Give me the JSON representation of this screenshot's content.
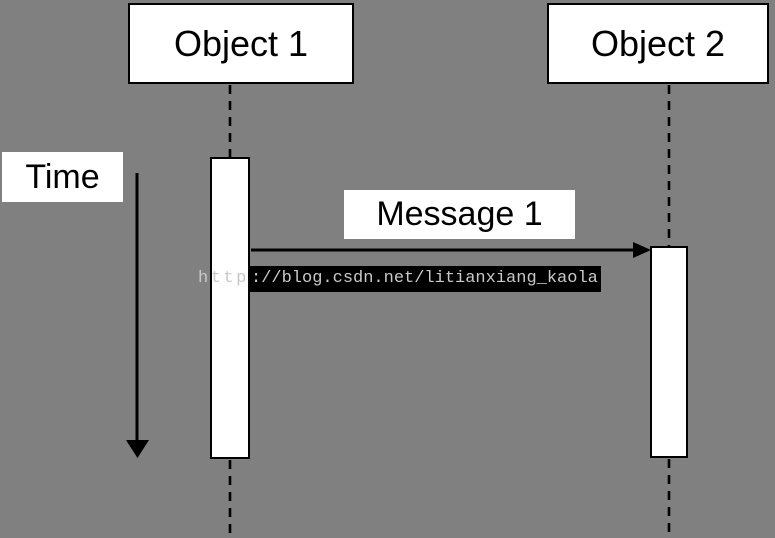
{
  "diagram": {
    "type": "uml-sequence-diagram",
    "objects": [
      {
        "label": "Object 1"
      },
      {
        "label": "Object 2"
      }
    ],
    "message": {
      "label": "Message 1"
    },
    "time_axis": {
      "label": "Time"
    },
    "watermark": {
      "prefix": "http",
      "highlighted": "://blog.csdn.net/litianxiang_kaola"
    },
    "colors": {
      "canvas-bg": "#808080",
      "box-bg": "#ffffff",
      "line": "#000000",
      "watermark-bg": "#000000",
      "watermark-text": "#c9c9c9"
    }
  }
}
